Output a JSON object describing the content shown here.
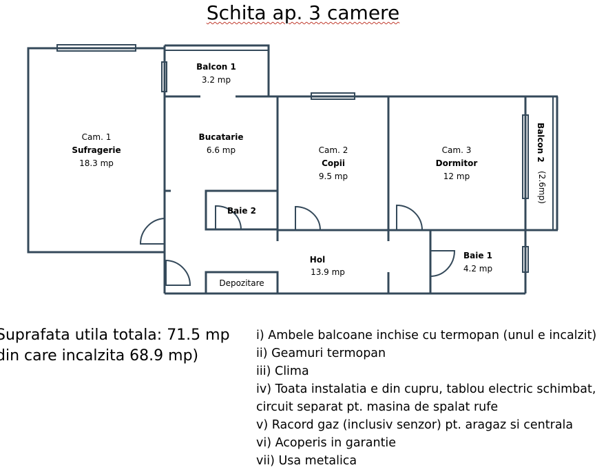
{
  "title": "Schita ap. 3 camere",
  "rooms": {
    "sufragerie": {
      "line1": "Cam. 1",
      "name": "Sufragerie",
      "area": "18.3 mp"
    },
    "balcon1": {
      "name": "Balcon 1",
      "area": "3.2 mp"
    },
    "bucatarie": {
      "name": "Bucatarie",
      "area": "6.6 mp"
    },
    "copii": {
      "line1": "Cam. 2",
      "name": "Copii",
      "area": "9.5 mp"
    },
    "dormitor": {
      "line1": "Cam. 3",
      "name": "Dormitor",
      "area": "12 mp"
    },
    "balcon2": {
      "name": "Balcon 2",
      "area": "(2.6mp)"
    },
    "baie2": {
      "name": "Baie 2"
    },
    "hol": {
      "name": "Hol",
      "area": "13.9 mp"
    },
    "baie1": {
      "name": "Baie 1",
      "area": "4.2 mp"
    },
    "depozitare": {
      "name": "Depozitare"
    }
  },
  "summary": {
    "total": "Suprafata utila totala: 71.5 mp",
    "heated": "din care incalzita 68.9 mp)"
  },
  "notes": [
    "i) Ambele balcoane inchise cu termopan (unul e incalzit)",
    "ii)  Geamuri termopan",
    "iii) Clima",
    "iv) Toata instalatia e din cupru, tablou electric schimbat,",
    "circuit separat pt. masina de spalat rufe",
    "v) Racord gaz (inclusiv senzor) pt. aragaz si centrala",
    "vi) Acoperis in garantie",
    "vii) Usa metalica"
  ],
  "colors": {
    "wall": "#34495a"
  }
}
